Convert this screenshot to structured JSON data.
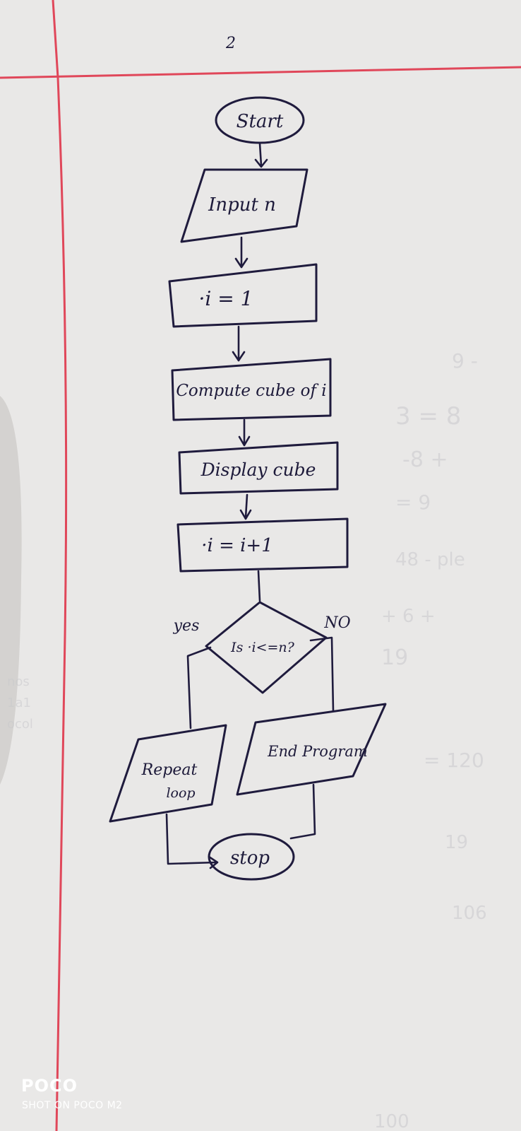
{
  "page": {
    "page_number": "2",
    "margin_color": "#e0475a",
    "ink_color": "#1f1b3d",
    "paper_color": "#e9e8e7"
  },
  "flowchart": {
    "start": "Start",
    "input": "Input n",
    "init": "·i = 1",
    "compute": "Compute cube of i",
    "display": "Display cube",
    "increment": "·i = i+1",
    "decision": "Is ·i<=n?",
    "yes_label": "yes",
    "no_label": "NO",
    "repeat_line1": "Repeat",
    "repeat_line2": "loop",
    "end": "End Program",
    "stop": "stop"
  },
  "watermark": {
    "brand": "POCO",
    "caption": "SHOT ON POCO M2"
  }
}
